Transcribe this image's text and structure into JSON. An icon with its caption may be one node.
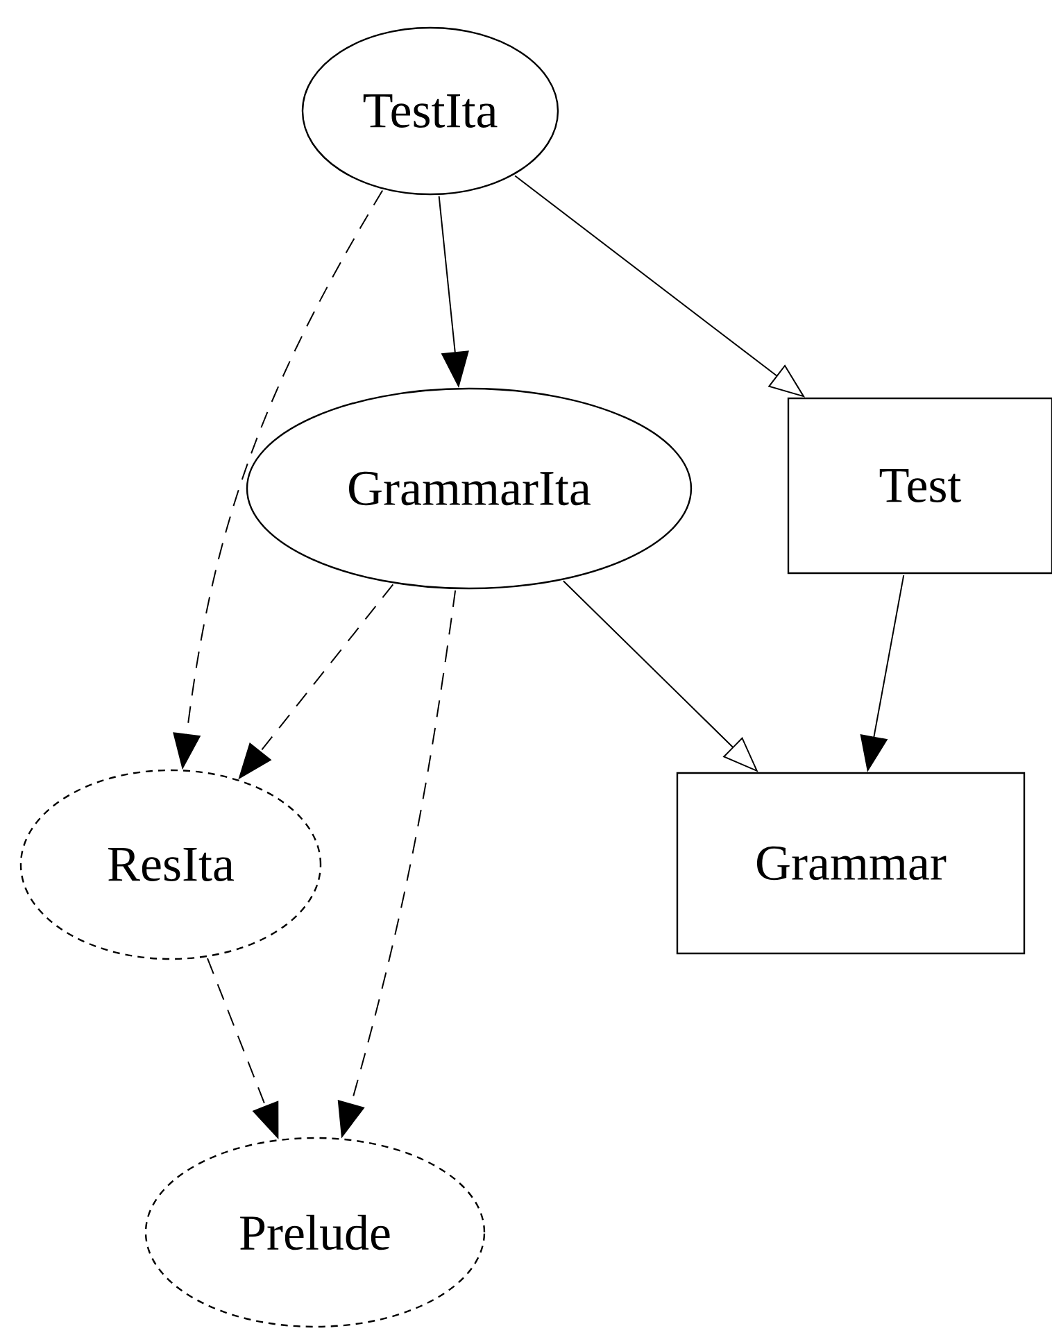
{
  "diagram": {
    "nodes": [
      {
        "text": [
          "TestIta"
        ]
      },
      {
        "text": [
          "GrammarIta"
        ]
      },
      {
        "text": [
          "Test"
        ]
      },
      {
        "text": [
          "ResIta"
        ]
      },
      {
        "text": [
          "Grammar"
        ]
      },
      {
        "text": [
          "Prelude"
        ]
      }
    ],
    "edges": [
      {
        "from": 0,
        "to": 1,
        "arrow": "to"
      },
      {
        "from": 0,
        "to": 2,
        "arrow": "to"
      },
      {
        "from": 0,
        "to": 3,
        "arrow": "to",
        "style": "dashed"
      },
      {
        "from": 1,
        "to": 3,
        "arrow": "to",
        "style": "dashed"
      },
      {
        "from": 1,
        "to": 5,
        "arrow": "to",
        "style": "dashed"
      },
      {
        "from": 1,
        "to": 4,
        "arrow": "to"
      },
      {
        "from": 2,
        "to": 4,
        "arrow": "to"
      },
      {
        "from": 3,
        "to": 5,
        "arrow": "to",
        "style": "dashed"
      }
    ]
  }
}
